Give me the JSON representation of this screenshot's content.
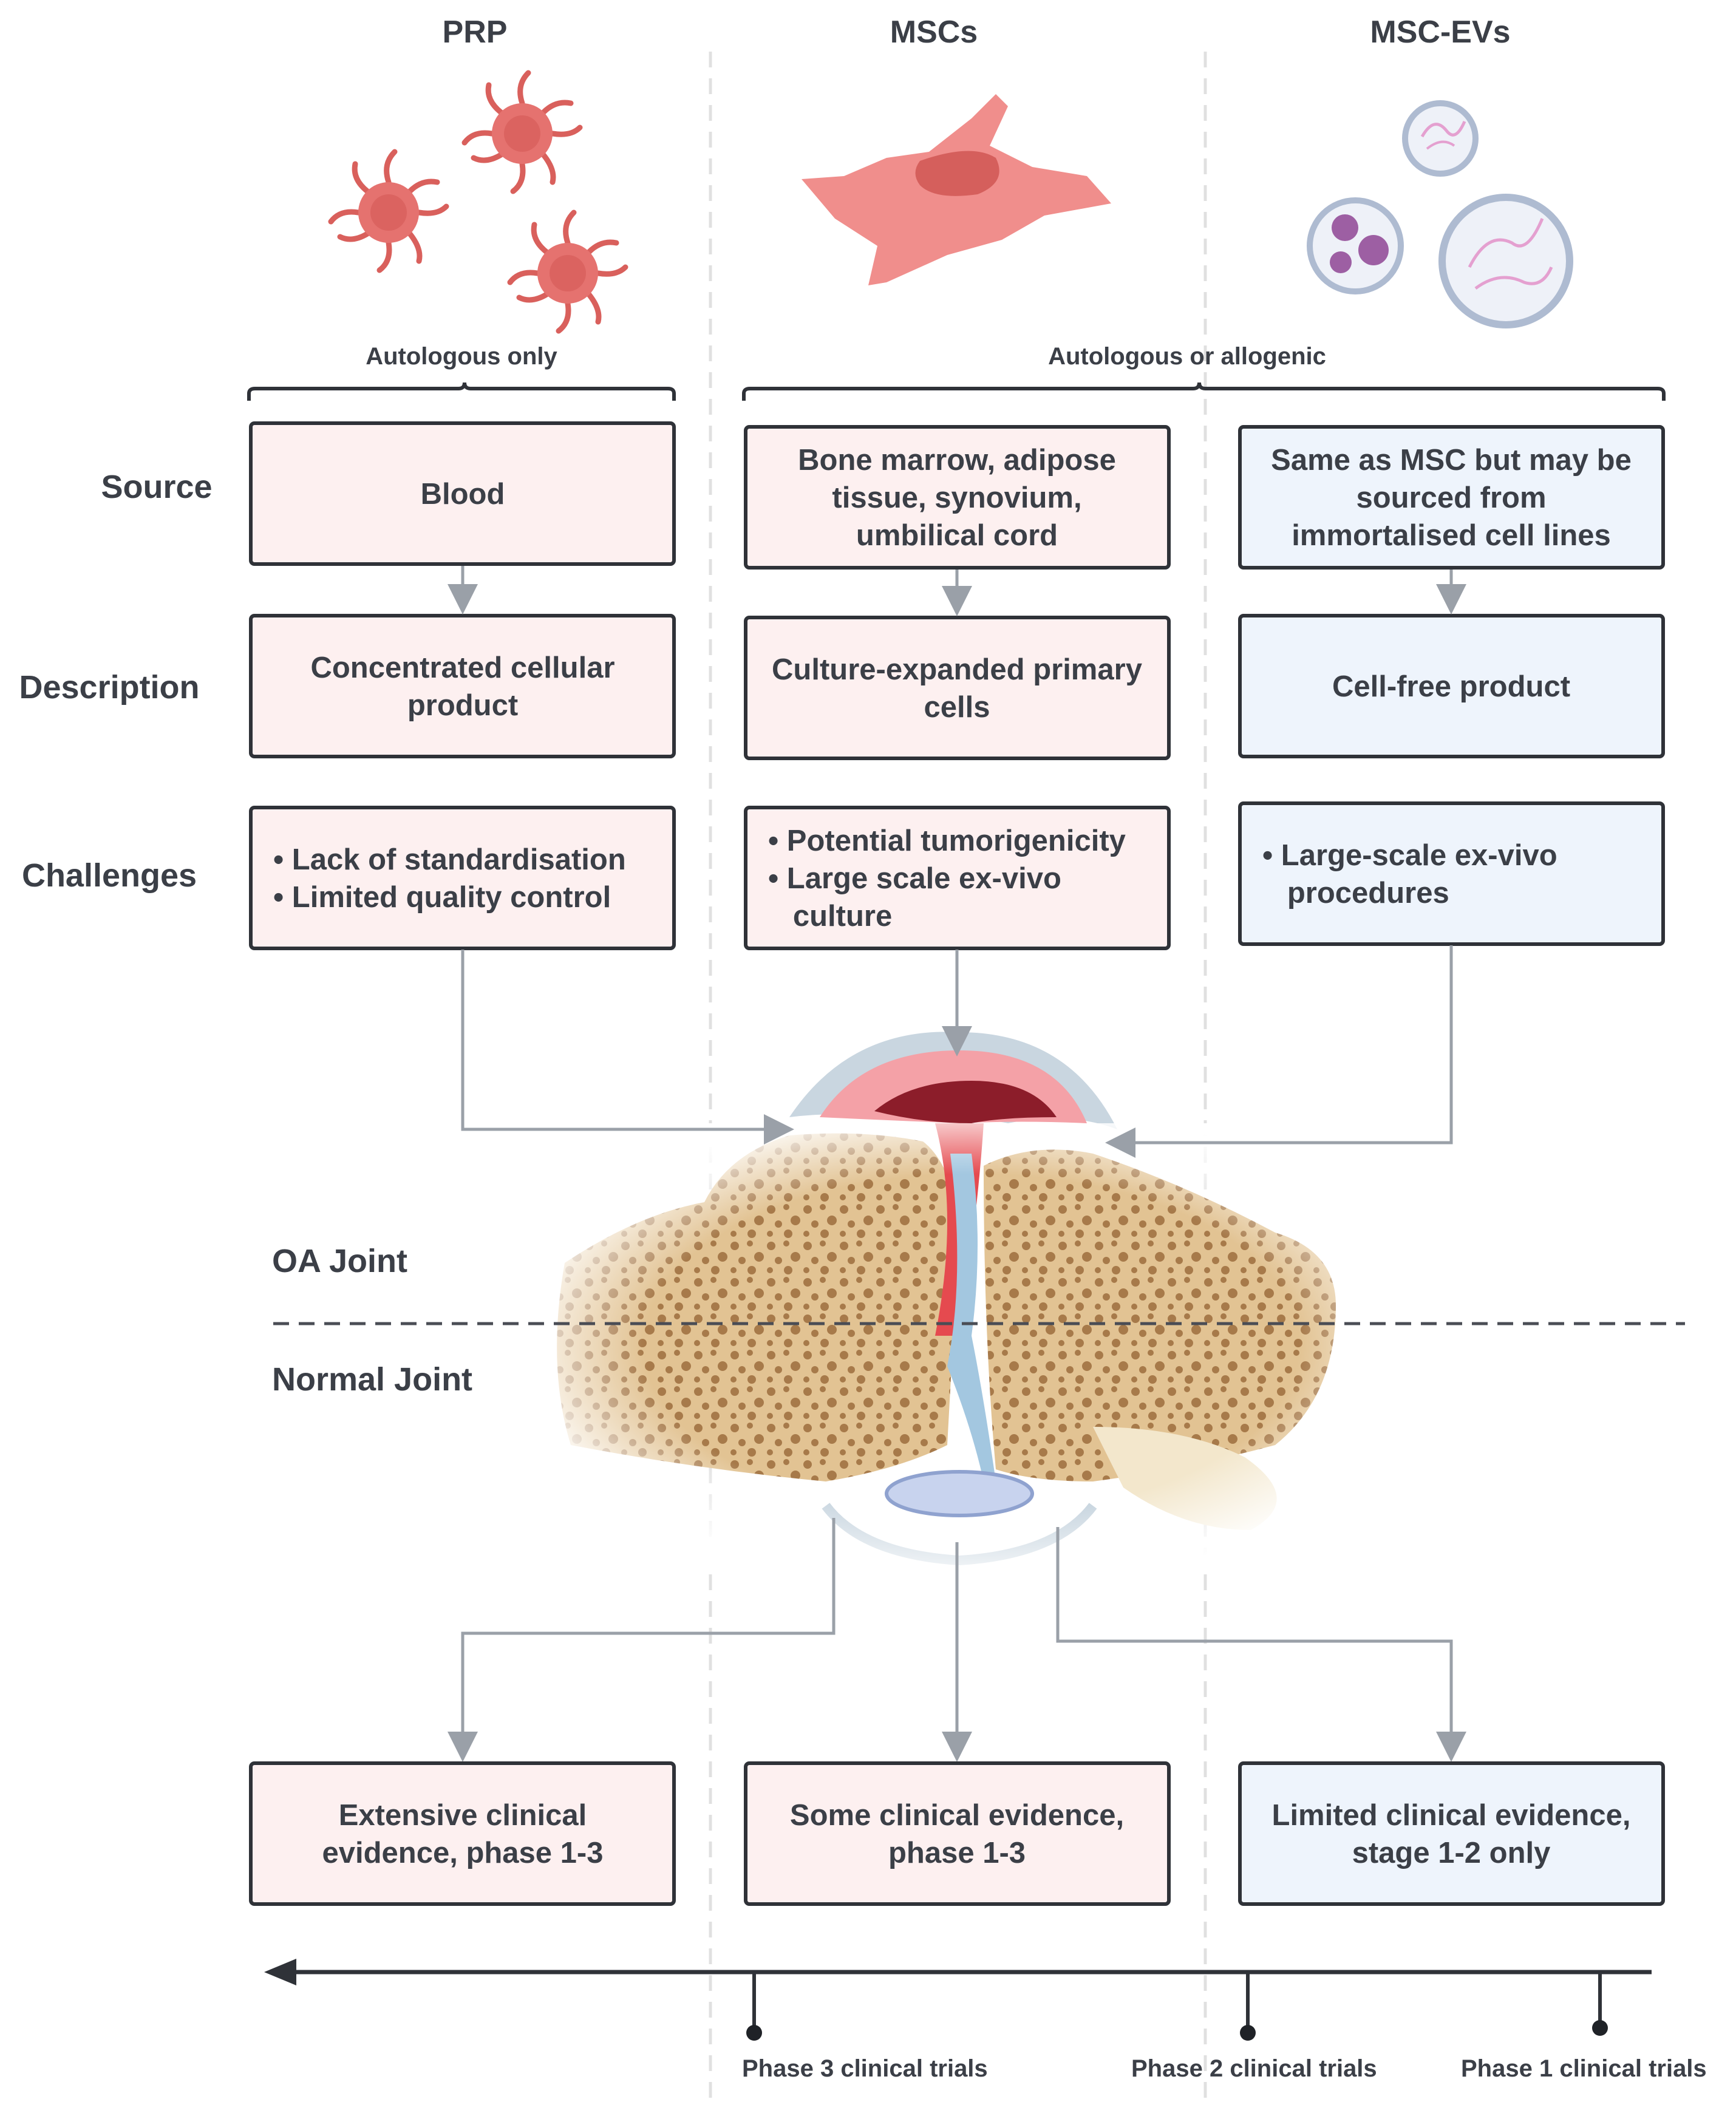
{
  "columns": {
    "prp": "PRP",
    "mscs": "MSCs",
    "evs": "MSC-EVs"
  },
  "braces": {
    "autologous_only": "Autologous only",
    "autologous_or_allogenic": "Autologous or allogenic"
  },
  "rows": {
    "source": "Source",
    "description": "Description",
    "challenges": "Challenges"
  },
  "source": {
    "prp": [
      "Blood"
    ],
    "mscs": [
      "Bone marrow, adipose",
      "tissue, synovium,",
      "umbilical cord"
    ],
    "evs": [
      "Same as MSC but may be",
      "sourced from",
      "immortalised cell lines"
    ]
  },
  "description": {
    "prp": [
      "Concentrated cellular",
      "product"
    ],
    "mscs": [
      "Culture-expanded primary",
      "cells"
    ],
    "evs": [
      "Cell-free product"
    ]
  },
  "challenges": {
    "prp": [
      "• Lack of standardisation",
      "• Limited quality control"
    ],
    "mscs": [
      "• Potential tumorigenicity",
      "• Large scale ex-vivo",
      "   culture"
    ],
    "evs": [
      "• Large-scale ex-vivo",
      "   procedures"
    ]
  },
  "joint": {
    "oa": "OA Joint",
    "normal": "Normal Joint"
  },
  "evidence": {
    "prp": [
      "Extensive clinical",
      "evidence, phase 1-3"
    ],
    "mscs": [
      "Some clinical evidence,",
      "phase 1-3"
    ],
    "evs": [
      "Limited clinical evidence,",
      "stage 1-2 only"
    ]
  },
  "timeline": {
    "phase3": "Phase 3 clinical trials",
    "phase2": "Phase 2 clinical trials",
    "phase1": "Phase 1 clinical trials"
  },
  "colors": {
    "pink_box": "#fdf0f0",
    "blue_box": "#eef4fc",
    "cell_red": "#e5726f",
    "bone": "#e9d5a7",
    "text": "#3b3f47"
  }
}
